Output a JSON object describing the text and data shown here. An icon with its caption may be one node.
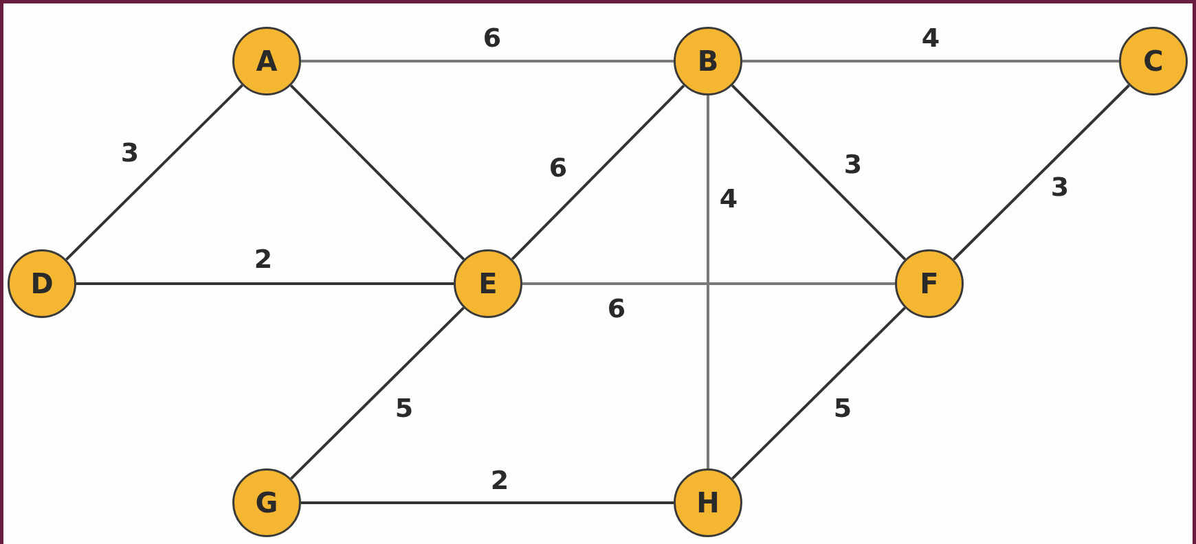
{
  "diagram": {
    "nodes": [
      {
        "text": [
          "A"
        ]
      },
      {
        "text": [
          "B"
        ]
      },
      {
        "text": [
          "C"
        ]
      },
      {
        "text": [
          "D"
        ]
      },
      {
        "text": [
          "E"
        ]
      },
      {
        "text": [
          "F"
        ]
      },
      {
        "text": [
          "G"
        ]
      },
      {
        "text": [
          "H"
        ]
      }
    ],
    "edges": [
      {
        "from": 0,
        "to": 1,
        "arrow": "none",
        "label": "6",
        "color": "#7a7a7a"
      },
      {
        "from": 1,
        "to": 2,
        "arrow": "none",
        "label": "4",
        "color": "#7a7a7a"
      },
      {
        "from": 0,
        "to": 3,
        "arrow": "none",
        "label": "3"
      },
      {
        "from": 0,
        "to": 4,
        "arrow": "none"
      },
      {
        "from": 3,
        "to": 4,
        "arrow": "none",
        "label": "2"
      },
      {
        "from": 4,
        "to": 1,
        "arrow": "none",
        "label": "6"
      },
      {
        "from": 1,
        "to": 7,
        "arrow": "none",
        "label": "4",
        "color": "#7a7a7a"
      },
      {
        "from": 1,
        "to": 5,
        "arrow": "none",
        "label": "3"
      },
      {
        "from": 2,
        "to": 5,
        "arrow": "none",
        "label": "3"
      },
      {
        "from": 4,
        "to": 5,
        "arrow": "none",
        "label": "6",
        "color": "#7a7a7a"
      },
      {
        "from": 4,
        "to": 6,
        "arrow": "none",
        "label": "5"
      },
      {
        "from": 5,
        "to": 7,
        "arrow": "none",
        "label": "5"
      },
      {
        "from": 6,
        "to": 7,
        "arrow": "none",
        "label": "2"
      }
    ]
  }
}
